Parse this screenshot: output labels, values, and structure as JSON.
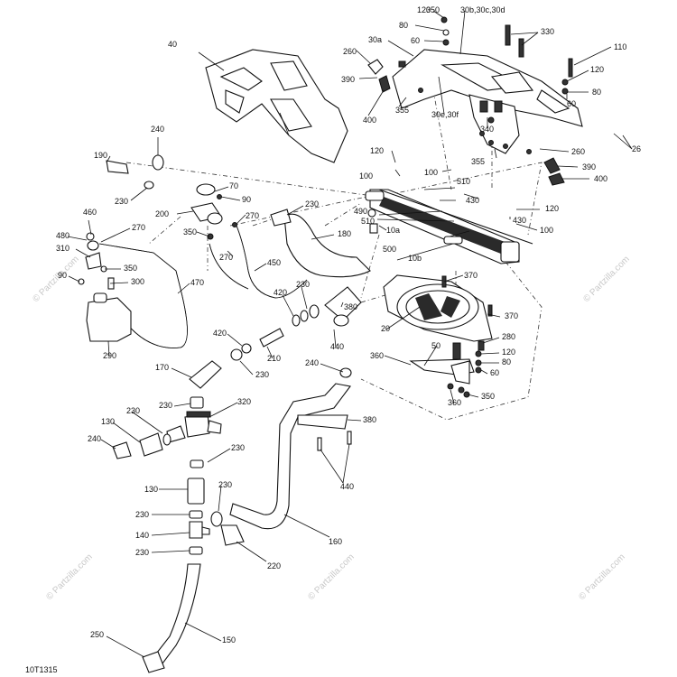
{
  "figure_ref": "10T1315",
  "watermark": "© Partzilla.com",
  "callouts": [
    "120",
    "350",
    "30b,30c,30d",
    "80",
    "330",
    "30a",
    "60",
    "110",
    "120",
    "260",
    "390",
    "80",
    "355",
    "30e,30f",
    "400",
    "60",
    "340",
    "260",
    "120",
    "355",
    "390",
    "100",
    "510",
    "100",
    "400",
    "430",
    "120",
    "490",
    "430",
    "510",
    "10a",
    "100",
    "500",
    "10b",
    "370",
    "40",
    "240",
    "190",
    "230",
    "70",
    "90",
    "200",
    "230",
    "460",
    "270",
    "270",
    "350",
    "180",
    "480",
    "310",
    "270",
    "350",
    "450",
    "90",
    "300",
    "470",
    "420",
    "230",
    "20",
    "380",
    "370",
    "290",
    "420",
    "210",
    "440",
    "50",
    "280",
    "360",
    "120",
    "80",
    "60",
    "170",
    "230",
    "240",
    "350",
    "360",
    "230",
    "320",
    "380",
    "130",
    "230",
    "240",
    "230",
    "440",
    "130",
    "230",
    "230",
    "140",
    "160",
    "230",
    "220",
    "250",
    "150",
    "26"
  ]
}
